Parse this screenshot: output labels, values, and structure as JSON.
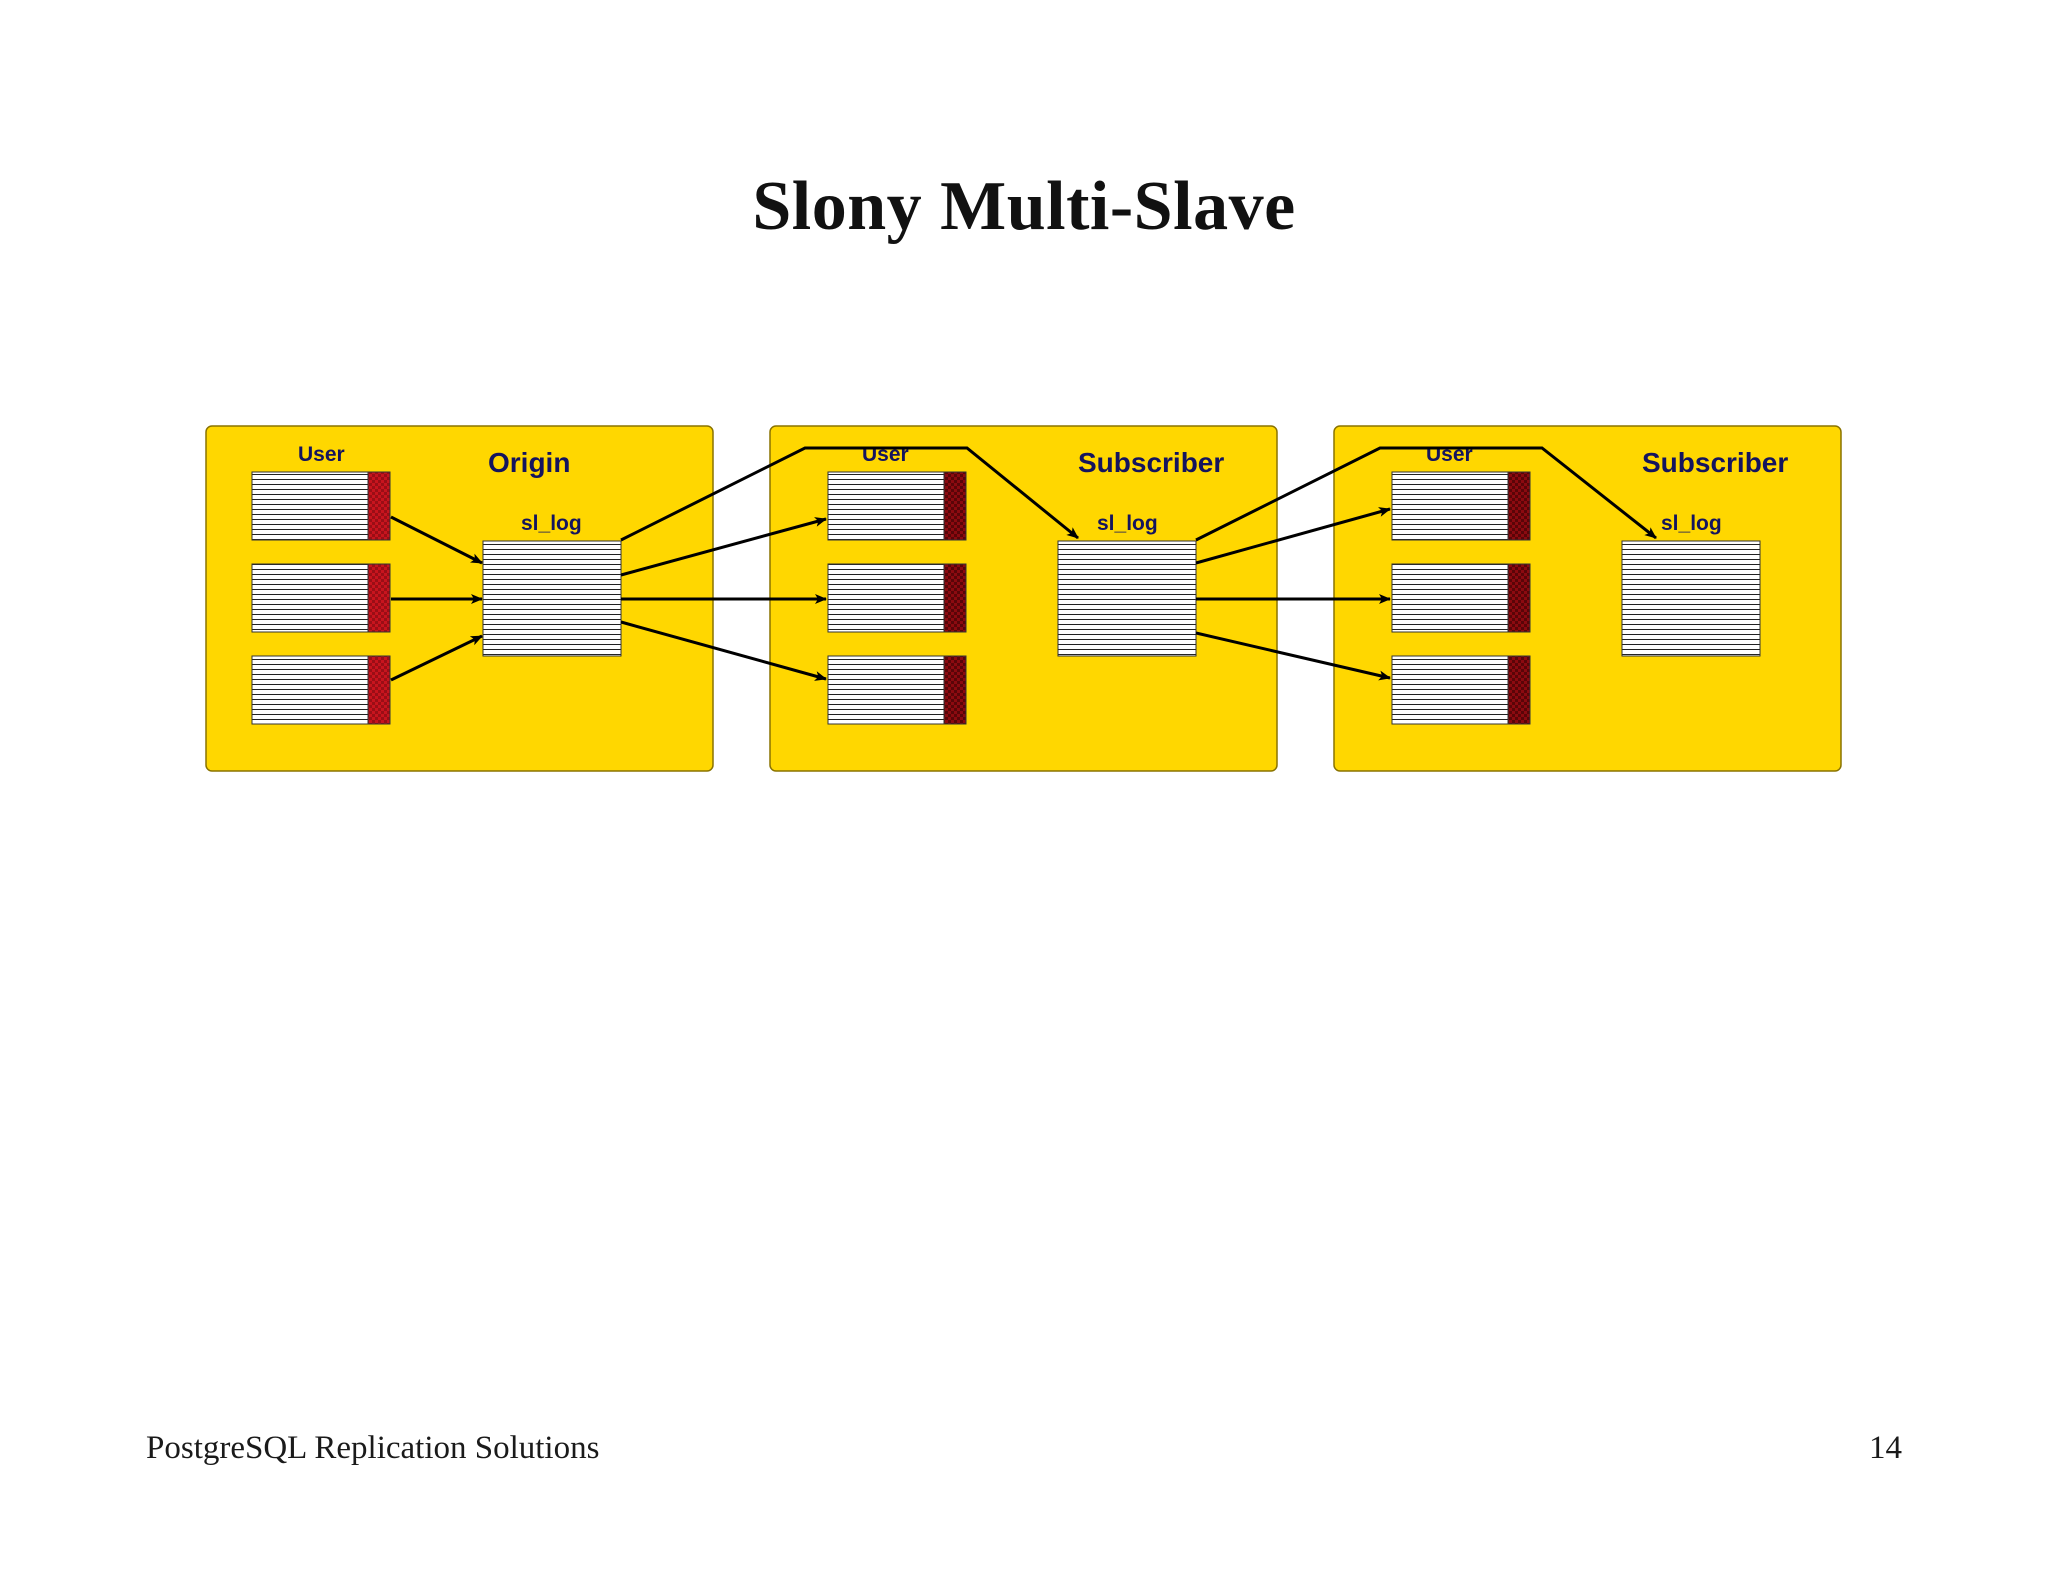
{
  "slide": {
    "title": "Slony Multi-Slave"
  },
  "diagram": {
    "nodes": [
      {
        "title": "Origin",
        "user_label": "User",
        "log_label": "sl_log"
      },
      {
        "title": "Subscriber",
        "user_label": "User",
        "log_label": "sl_log"
      },
      {
        "title": "Subscriber",
        "user_label": "User",
        "log_label": "sl_log"
      }
    ],
    "colors": {
      "node_fill": "#FFD700",
      "node_border": "#8a7300",
      "label_color": "#14145e",
      "origin_marker": "#c8141e",
      "subscriber_marker": "#8c0a10",
      "arrow": "#000000"
    }
  },
  "footer": {
    "left": "PostgreSQL Replication Solutions",
    "page_number": "14"
  }
}
